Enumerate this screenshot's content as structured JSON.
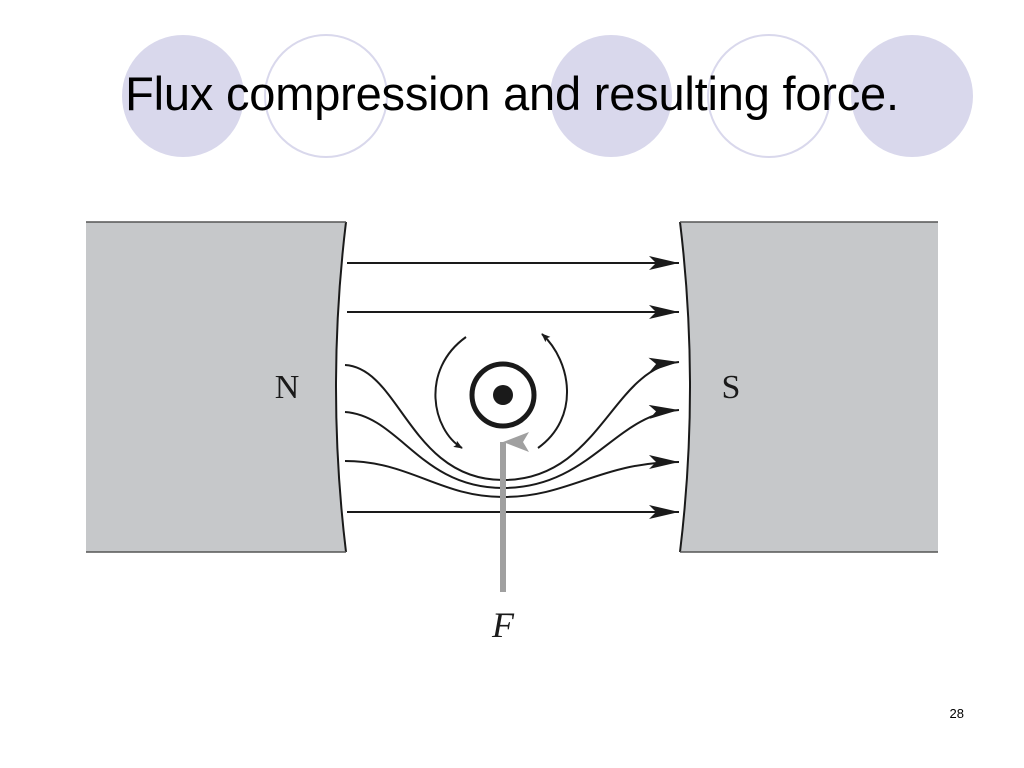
{
  "slide": {
    "title": "Flux compression and resulting force.",
    "page_number": "28"
  },
  "diagram": {
    "north_pole_label": "N",
    "south_pole_label": "S",
    "force_label": "F",
    "colors": {
      "pole_fill": "#c6c8ca",
      "line": "#1a1a1a",
      "force_arrow": "#a0a0a0",
      "deco_filled": "#d9d8ec",
      "deco_outline": "#d9d8ec"
    },
    "conductor": "current-out-of-page-icon",
    "field_lines": "magnetic-flux-lines"
  }
}
